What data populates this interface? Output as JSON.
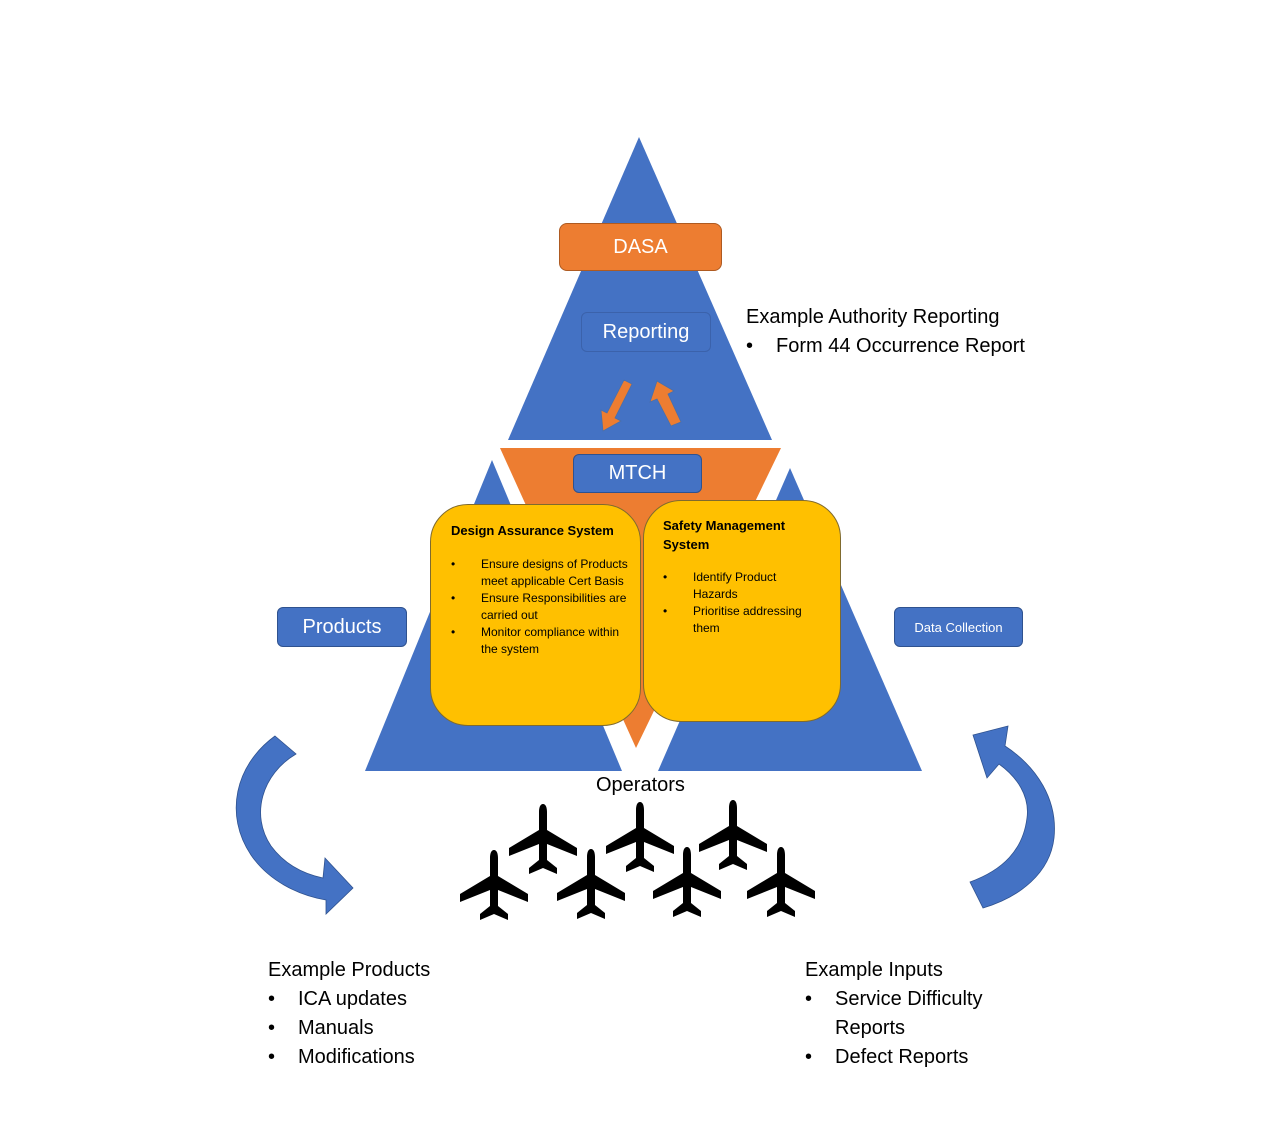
{
  "colors": {
    "blue": "#4472c4",
    "orange": "#ed7d31",
    "yellow": "#ffc000",
    "text_dark": "#000000",
    "text_light": "#ffffff"
  },
  "top_tier": {
    "authority_label": "DASA",
    "reporting_label": "Reporting"
  },
  "middle_tier": {
    "organisation_label": "MTCH"
  },
  "design_assurance": {
    "title": "Design Assurance System",
    "items": [
      "Ensure designs of Products meet applicable Cert Basis",
      "Ensure Responsibilities are carried out",
      "Monitor compliance within the system"
    ]
  },
  "safety_management": {
    "title": "Safety Management System",
    "items": [
      "Identify Product Hazards",
      "Prioritise addressing them"
    ]
  },
  "side_labels": {
    "products": "Products",
    "data_collection": "Data Collection",
    "operators": "Operators"
  },
  "authority_reporting": {
    "heading": "Example Authority Reporting",
    "items": [
      "Form 44 Occurrence Report"
    ]
  },
  "example_products": {
    "heading": "Example Products",
    "items": [
      "ICA updates",
      "Manuals",
      "Modifications"
    ]
  },
  "example_inputs": {
    "heading": "Example Inputs",
    "items": [
      "Service Difficulty Reports",
      "Defect Reports"
    ]
  },
  "icons": {
    "bidirectional_arrows": "up-down-arrows-icon",
    "flow_arrow_left": "curved-arrow-down-right-icon",
    "flow_arrow_right": "curved-arrow-up-left-icon",
    "aircraft": "airplane-icon",
    "aircraft_count": 7
  }
}
